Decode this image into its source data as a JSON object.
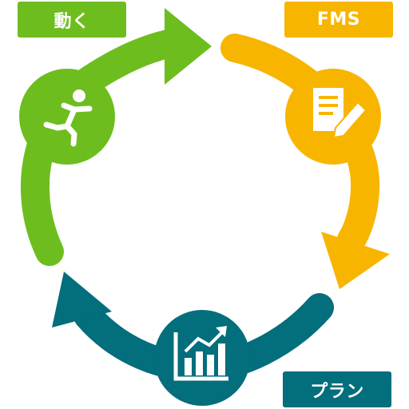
{
  "colors": {
    "green": "#6ebd1f",
    "yellow": "#f7b500",
    "teal": "#036e7c",
    "white": "#ffffff"
  },
  "stages": [
    {
      "label": "動く",
      "color": "#6ebd1f",
      "icon": "running-person-icon"
    },
    {
      "label": "FMS",
      "color": "#f7b500",
      "icon": "document-pencil-icon"
    },
    {
      "label": "プラン",
      "color": "#036e7c",
      "icon": "growth-chart-icon"
    }
  ]
}
